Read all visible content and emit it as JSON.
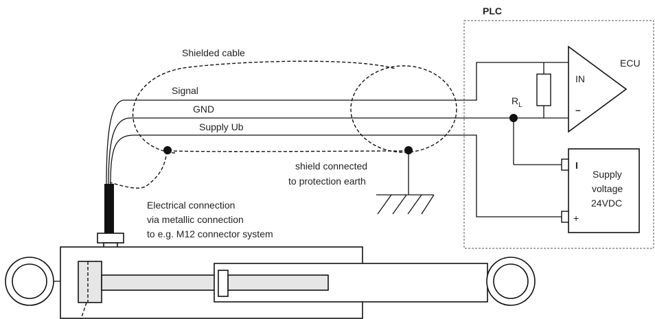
{
  "labels": {
    "plc": "PLC",
    "ecu": "ECU",
    "shielded_cable": "Shielded cable",
    "signal": "Signal",
    "gnd": "GND",
    "supply_ub": "Supply Ub",
    "rl": "R",
    "rl_sub": "L",
    "in": "IN",
    "minus": "–",
    "supply_voltage": [
      "Supply",
      "voltage",
      "24VDC"
    ],
    "shield_note": [
      "shield connected",
      "to protection earth"
    ],
    "electrical_connection": [
      "Electrical connection",
      "via metallic connection",
      "to e.g. M12 connector system"
    ],
    "terminal_minus": "I",
    "terminal_plus": "+"
  }
}
